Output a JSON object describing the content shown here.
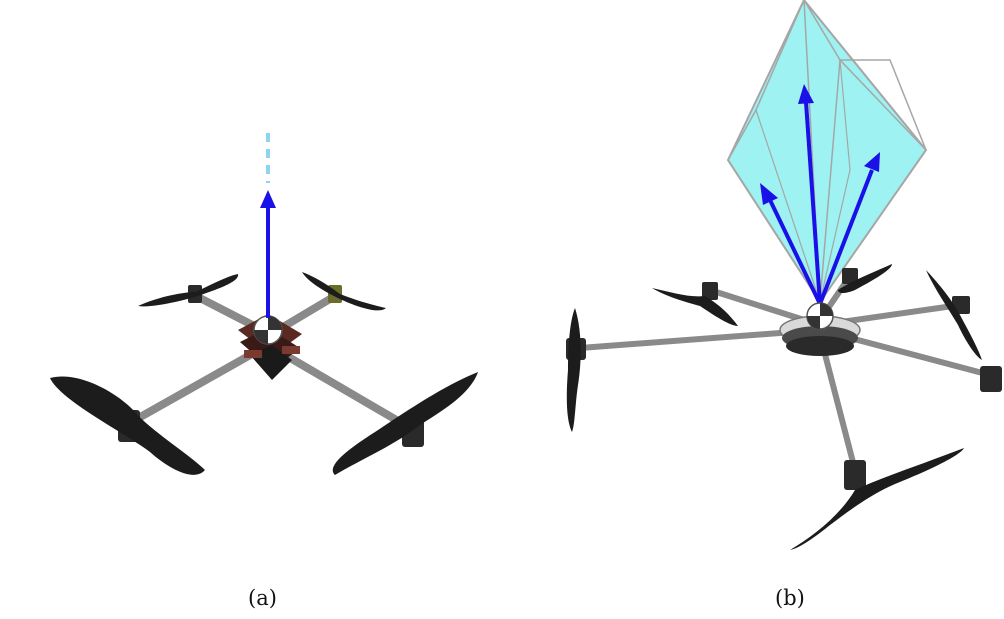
{
  "figure": {
    "panels": [
      {
        "id": "a",
        "caption": "(a)",
        "vehicle": "quadrotor",
        "arms": 4,
        "thrust_vectors": 1,
        "thrust_cone": false
      },
      {
        "id": "b",
        "caption": "(b)",
        "vehicle": "hexarotor",
        "arms": 6,
        "thrust_vectors": 3,
        "thrust_cone": true
      }
    ],
    "colors": {
      "thrust_arrow": "#1a10e8",
      "dashed_extension": "#8fd3f0",
      "wrench_polytope_fill": "#9ef2f2",
      "wrench_polytope_edge": "#a6a6a6",
      "arm": "#8a8a8a",
      "propeller": "#1c1c1c",
      "electronics": "#5a2a22"
    }
  }
}
